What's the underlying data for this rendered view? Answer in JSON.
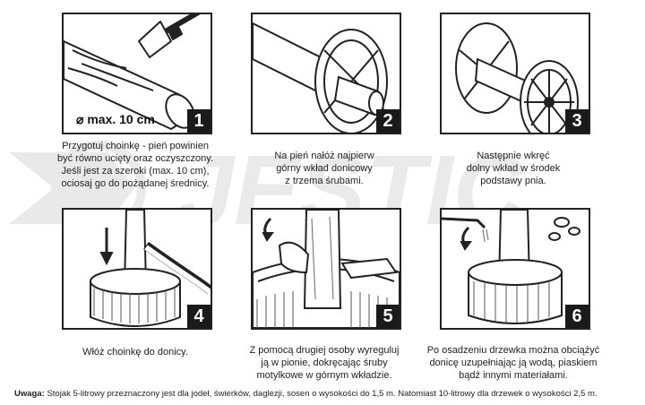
{
  "watermark": "JESTIC",
  "steps": [
    {
      "number": "1",
      "badge": "max. 10 cm",
      "caption": "Przygotuj choinkę - pień powinien\nbyć równo ucięty oraz oczyszczony.\nJeśli jest za szeroki (max. 10 cm),\nociosaj go do pożądanej średnicy."
    },
    {
      "number": "2",
      "caption": "Na pień nałóż najpierw\ngórny wkład donicowy\nz trzema śrubami."
    },
    {
      "number": "3",
      "caption": "Następnie wkręć\ndolny wkład w środek\npodstawy pnia."
    },
    {
      "number": "4",
      "caption": "Włóż choinkę do donicy."
    },
    {
      "number": "5",
      "caption": "Z pomocą drugiej osoby wyreguluj\nją w pionie, dokręcając śruby\nmotylkowe w górnym wkładzie."
    },
    {
      "number": "6",
      "caption": "Po osadzeniu drzewka można obciążyć\ndonicę uzupełniając ją wodą, piaskiem\nbądź innymi materiałami."
    }
  ],
  "footer": {
    "label": "Uwaga:",
    "text": "Stojak 5-litrowy przeznaczony jest dla jodeł, świerków, daglezji, sosen o wysokości do 1,5 m. Natomiast 10-litrowy dla drzewek o wysokości 2,5 m."
  }
}
